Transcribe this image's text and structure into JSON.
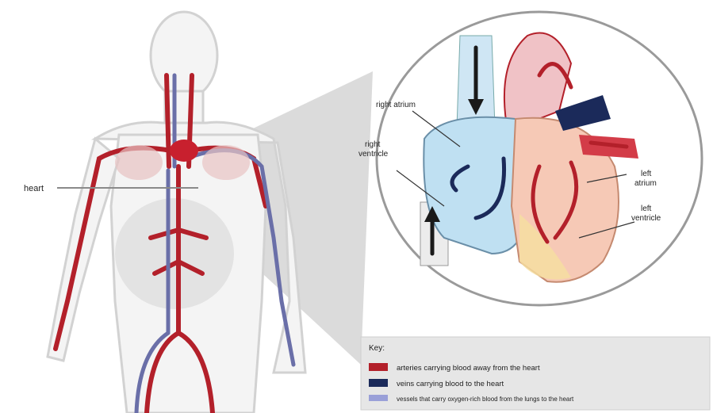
{
  "labels": {
    "heart": "heart",
    "right_atrium": "right atrium",
    "right_ventricle_line1": "right",
    "right_ventricle_line2": "ventricle",
    "left_atrium_line1": "left",
    "left_atrium_line2": "atrium",
    "left_ventricle_line1": "left",
    "left_ventricle_line2": "ventricle"
  },
  "legend": {
    "title": "Key:",
    "items": [
      {
        "text": "arteries carrying blood away from the heart",
        "color": "#b3202a"
      },
      {
        "text": "veins carrying blood to the heart",
        "color": "#1b2a5a"
      },
      {
        "text": "vessels that carry oxygen-rich blood from the lungs to the heart",
        "color": "#9aa0d8"
      }
    ]
  },
  "colors": {
    "artery": "#b3202a",
    "vein": "#6a6fa8",
    "oxygen_poor": "#bfe0f2",
    "oxygen_rich": "#f6c9b6",
    "magnifier": "#c9c9c9"
  }
}
